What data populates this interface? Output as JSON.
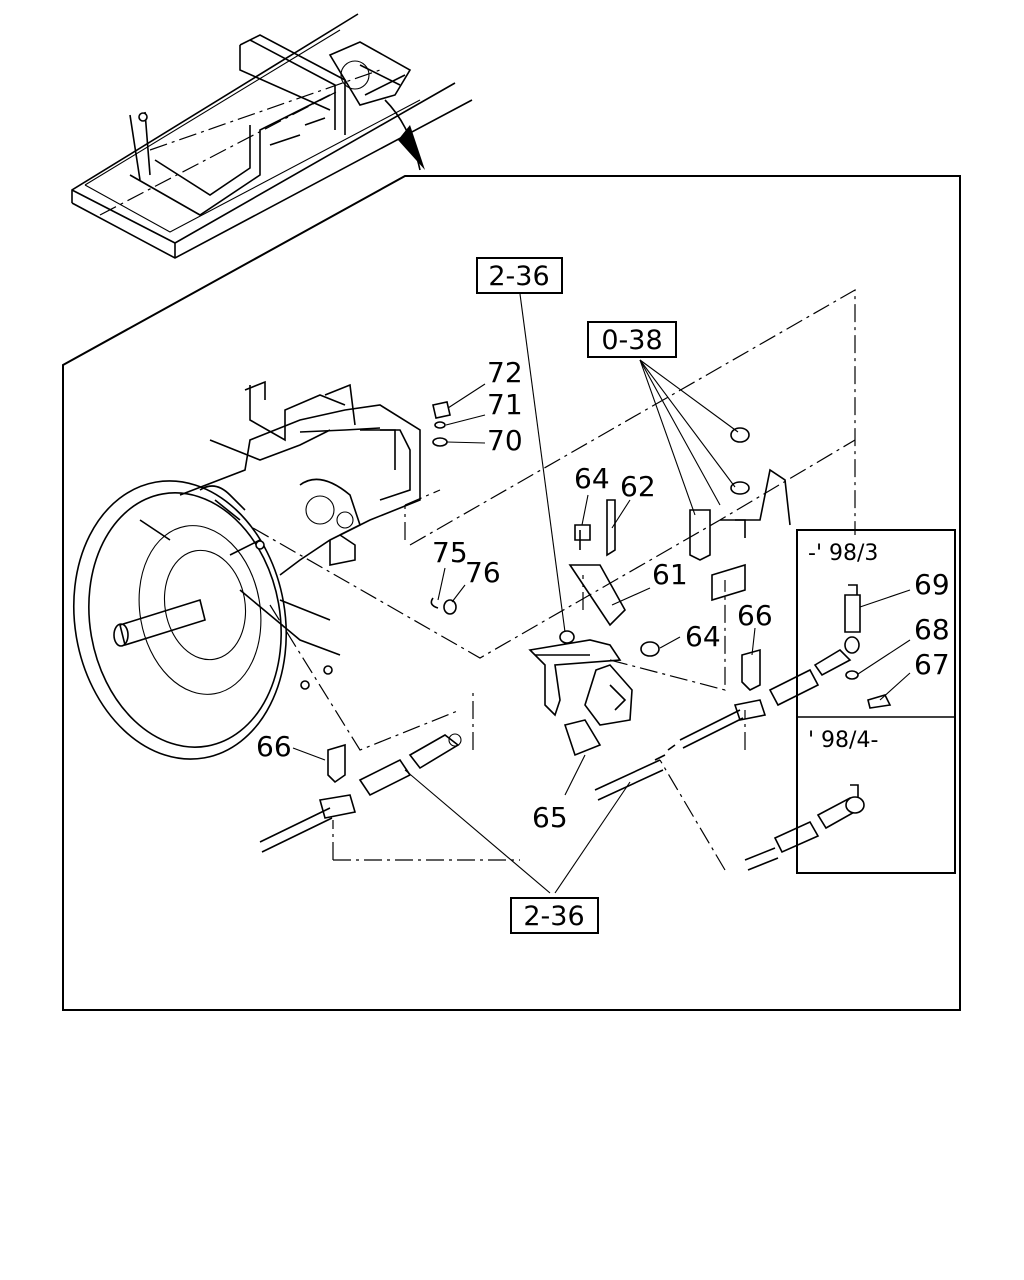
{
  "callouts": {
    "c72": "72",
    "c71": "71",
    "c70": "70",
    "c64a": "64",
    "c62": "62",
    "c61": "61",
    "c64b": "64",
    "c66a": "66",
    "c75": "75",
    "c76": "76",
    "c69": "69",
    "c68": "68",
    "c67": "67",
    "c66b": "66",
    "c65": "65"
  },
  "references": {
    "ref_top": "2-36",
    "ref_mid": "0-38",
    "ref_bottom": "2-36"
  },
  "inset": {
    "upper_label": "-' 98/3",
    "lower_label": "' 98/4-"
  }
}
